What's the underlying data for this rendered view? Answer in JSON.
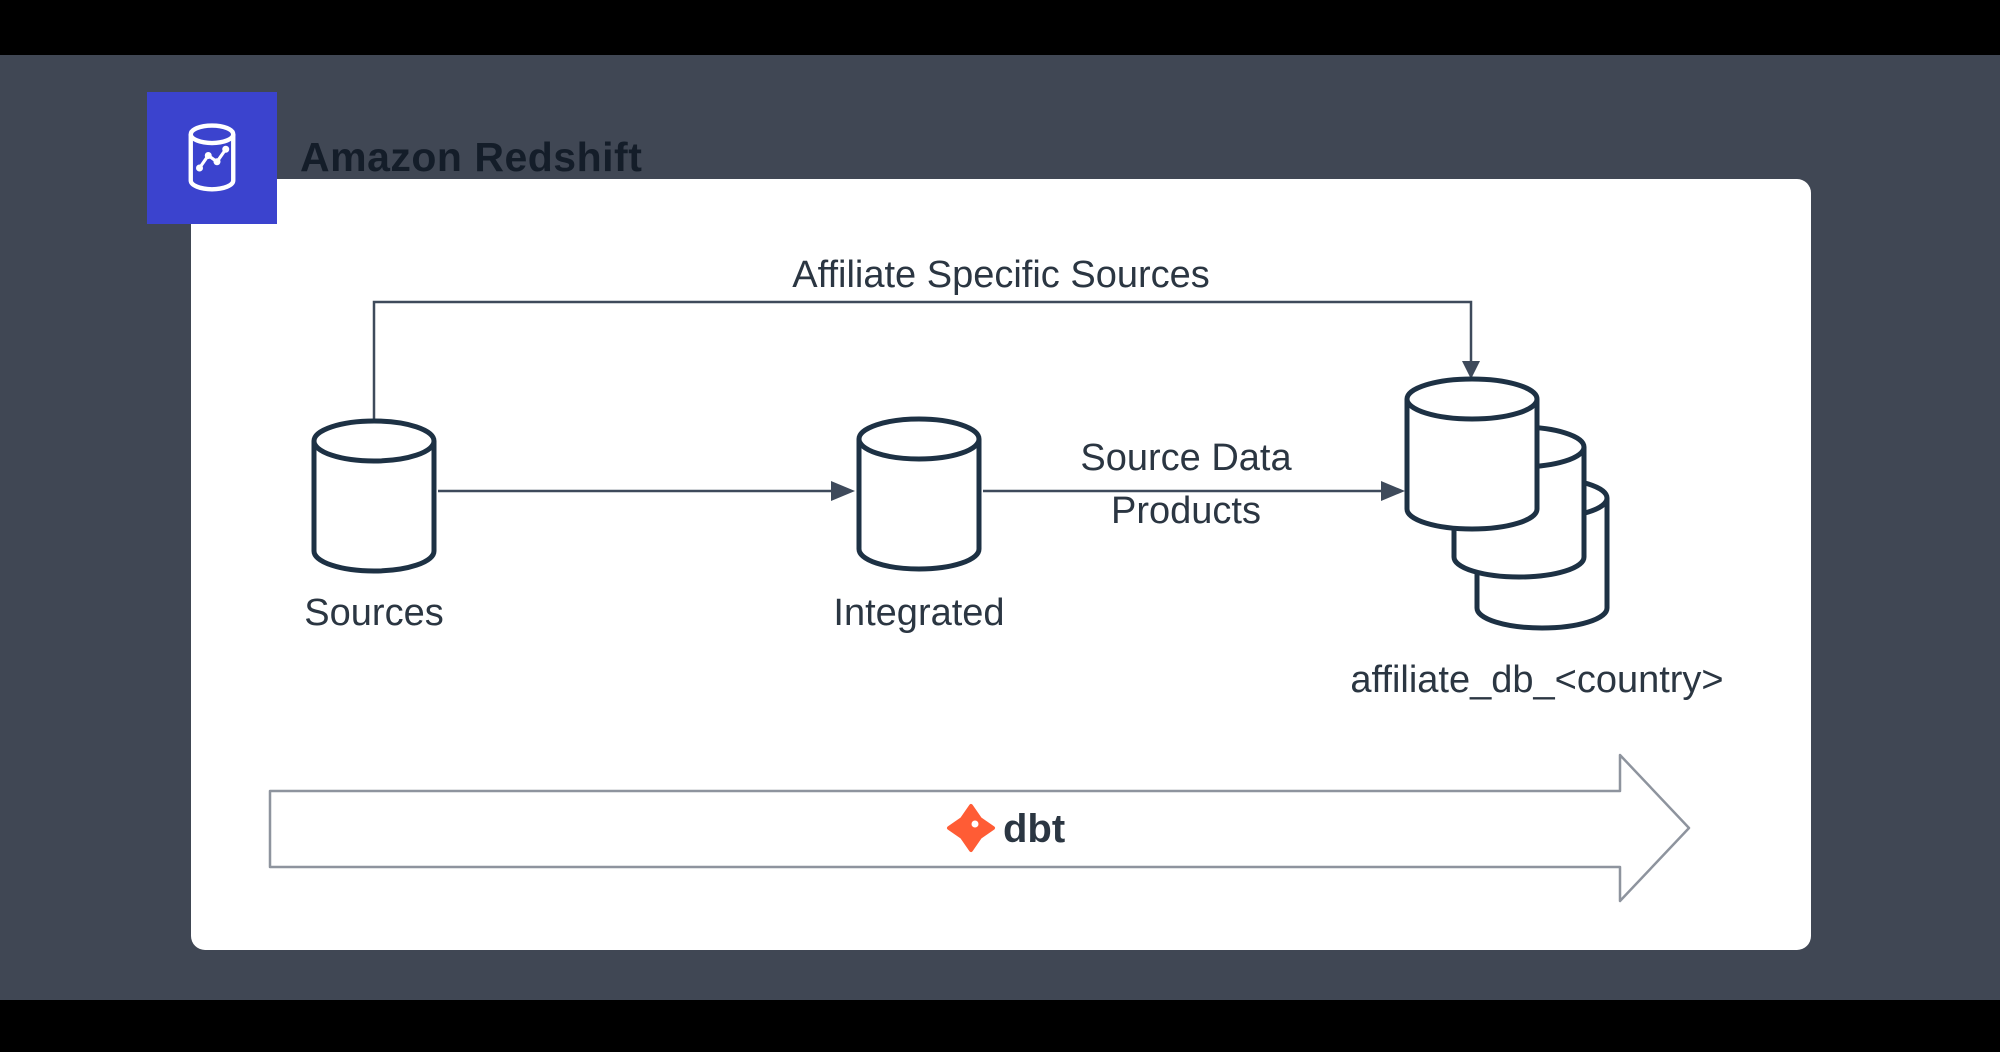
{
  "header": {
    "title": "Amazon Redshift",
    "badge_icon": "redshift-database-icon"
  },
  "diagram": {
    "top_flow_label": "Affiliate Specific Sources",
    "nodes": {
      "sources": {
        "label": "Sources",
        "type": "database"
      },
      "integrated": {
        "label": "Integrated",
        "type": "database"
      },
      "affiliate": {
        "label": "affiliate_db_<country>",
        "type": "database-stack",
        "count": 3
      }
    },
    "edges": {
      "integrated_to_affiliate": {
        "label": "Source Data Products",
        "label_lines": [
          "Source Data",
          "Products"
        ]
      }
    },
    "pipeline": {
      "label": "dbt",
      "logo": "dbt-logo"
    }
  },
  "colors": {
    "backdrop": "#404754",
    "letterbox": "#000000",
    "card": "#FFFFFF",
    "badge_blue": "#3B43CE",
    "node_outline": "#1D3144",
    "label_text": "#2B3642",
    "connector": "#3E4A5B",
    "pipeline_outline": "#8E949E",
    "dbt_orange": "#FF5C35",
    "title_text": "#141D29"
  }
}
